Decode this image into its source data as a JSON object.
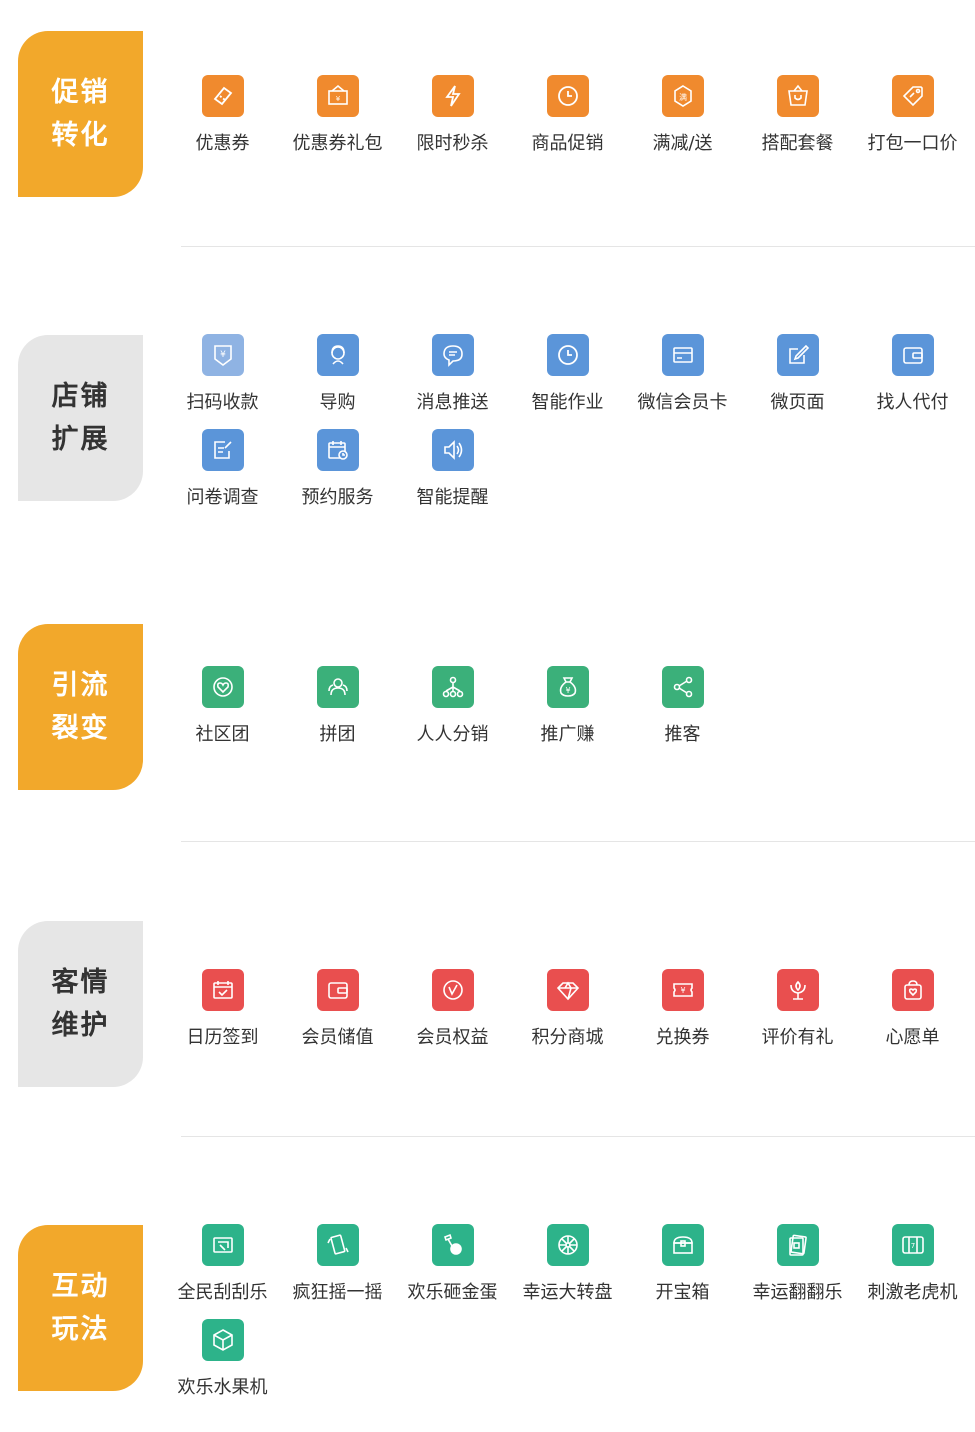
{
  "colors": {
    "orange": "#F08A2E",
    "blue": "#5B95D9",
    "green": "#3BB07A",
    "red": "#E94F4F",
    "teal": "#2DB38A",
    "tag_orange": "#F2A82B",
    "tag_gray": "#E6E6E6"
  },
  "sections": [
    {
      "tag": [
        "促销",
        "转化"
      ],
      "items": [
        {
          "label": "优惠券",
          "icon": "coupon-icon"
        },
        {
          "label": "优惠券礼包",
          "icon": "coupon-pack-icon"
        },
        {
          "label": "限时秒杀",
          "icon": "lightning-icon"
        },
        {
          "label": "商品促销",
          "icon": "clock-icon"
        },
        {
          "label": "满减/送",
          "icon": "full-reduction-icon"
        },
        {
          "label": "搭配套餐",
          "icon": "bag-icon"
        },
        {
          "label": "打包一口价",
          "icon": "price-tag-icon"
        }
      ]
    },
    {
      "tag": [
        "店铺",
        "扩展"
      ],
      "items": [
        {
          "label": "扫码收款",
          "icon": "qr-pay-icon"
        },
        {
          "label": "导购",
          "icon": "guide-icon"
        },
        {
          "label": "消息推送",
          "icon": "message-icon"
        },
        {
          "label": "智能作业",
          "icon": "clock-icon"
        },
        {
          "label": "微信会员卡",
          "icon": "card-icon"
        },
        {
          "label": "微页面",
          "icon": "edit-icon"
        },
        {
          "label": "找人代付",
          "icon": "wallet-icon"
        },
        {
          "label": "问卷调查",
          "icon": "survey-icon"
        },
        {
          "label": "预约服务",
          "icon": "calendar-clock-icon"
        },
        {
          "label": "智能提醒",
          "icon": "speaker-icon"
        }
      ]
    },
    {
      "tag": [
        "引流",
        "裂变"
      ],
      "items": [
        {
          "label": "社区团",
          "icon": "heart-circle-icon"
        },
        {
          "label": "拼团",
          "icon": "group-icon"
        },
        {
          "label": "人人分销",
          "icon": "distribution-icon"
        },
        {
          "label": "推广赚",
          "icon": "money-bag-icon"
        },
        {
          "label": "推客",
          "icon": "share-icon"
        }
      ]
    },
    {
      "tag": [
        "客情",
        "维护"
      ],
      "items": [
        {
          "label": "日历签到",
          "icon": "calendar-check-icon"
        },
        {
          "label": "会员储值",
          "icon": "wallet-icon"
        },
        {
          "label": "会员权益",
          "icon": "rights-icon"
        },
        {
          "label": "积分商城",
          "icon": "diamond-icon"
        },
        {
          "label": "兑换券",
          "icon": "ticket-icon"
        },
        {
          "label": "评价有礼",
          "icon": "flower-icon"
        },
        {
          "label": "心愿单",
          "icon": "wish-bag-icon"
        }
      ]
    },
    {
      "tag": [
        "互动",
        "玩法"
      ],
      "items": [
        {
          "label": "全民刮刮乐",
          "icon": "scratch-card-icon"
        },
        {
          "label": "疯狂摇一摇",
          "icon": "shake-icon"
        },
        {
          "label": "欢乐砸金蛋",
          "icon": "hammer-egg-icon"
        },
        {
          "label": "幸运大转盘",
          "icon": "wheel-icon"
        },
        {
          "label": "开宝箱",
          "icon": "treasure-box-icon"
        },
        {
          "label": "幸运翻翻乐",
          "icon": "flip-card-icon"
        },
        {
          "label": "刺激老虎机",
          "icon": "slot-machine-icon"
        },
        {
          "label": "欢乐水果机",
          "icon": "cube-icon"
        }
      ]
    }
  ]
}
